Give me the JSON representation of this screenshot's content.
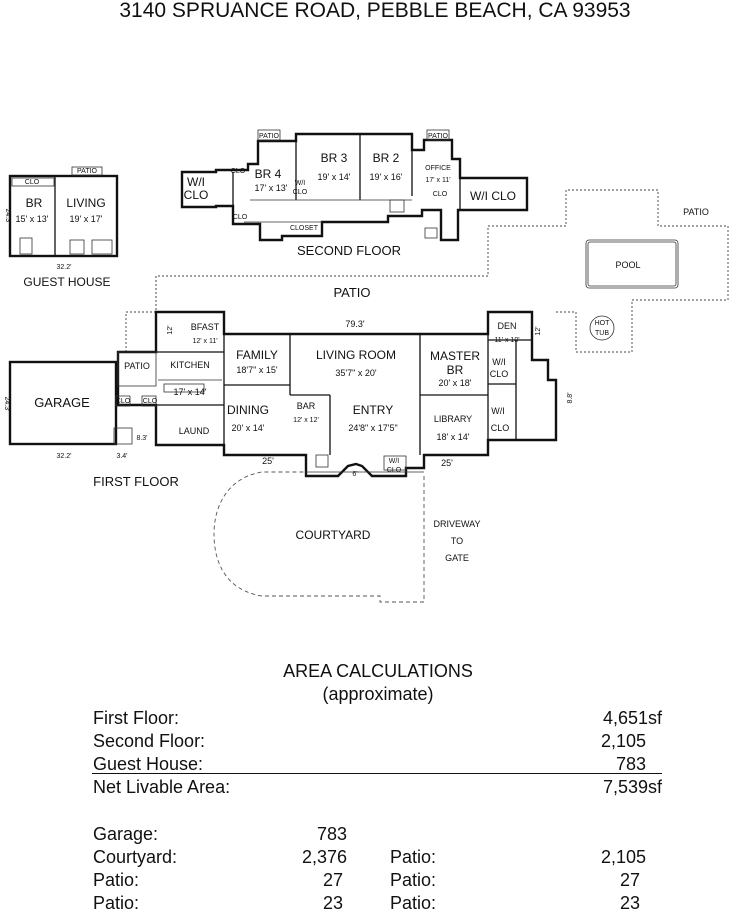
{
  "header": {
    "title": "3140 SPRUANCE ROAD, PEBBLE BEACH, CA  93953"
  },
  "second_floor": {
    "title": "SECOND FLOOR",
    "rooms": [
      {
        "name": "BR 4",
        "dims": "17' x 13'"
      },
      {
        "name": "BR 3",
        "dims": "19' x 14'"
      },
      {
        "name": "BR 2",
        "dims": "19' x 16'"
      },
      {
        "name": "OFFICE",
        "dims": "17' x 11'"
      }
    ],
    "wi_clo_left": [
      "W/I",
      "CLO"
    ],
    "wi_clo_small": [
      "W/I",
      "CLO"
    ],
    "wi_clo_right": "W/I CLO",
    "closet": "CLOSET",
    "clo": "CLO",
    "patio": "PATIO"
  },
  "guest_house": {
    "title": "GUEST HOUSE",
    "rooms": [
      {
        "name": "BR",
        "dims": "15' x 13'"
      },
      {
        "name": "LIVING",
        "dims": "19' x 17'"
      }
    ],
    "clo": "CLO",
    "patio": "PATIO",
    "dim_width": "32.2'",
    "dim_height": "24.3'"
  },
  "first_floor": {
    "title": "FIRST FLOOR",
    "patio_top": "PATIO",
    "patio_left": "PATIO",
    "patio_right": "PATIO",
    "pool": "POOL",
    "hot_tub": [
      "HOT",
      "TUB"
    ],
    "garage": "GARAGE",
    "rooms": [
      {
        "name": "BFAST",
        "dims": "12' x 11'"
      },
      {
        "name": "KITCHEN",
        "dims": "17' x 14'"
      },
      {
        "name": "FAMILY",
        "dims": "18'7\" x 15'"
      },
      {
        "name": "LIVING ROOM",
        "dims": "35'7\" x 20'"
      },
      {
        "name": "MASTER",
        "name2": "BR",
        "dims": "20' x 18'"
      },
      {
        "name": "DEN",
        "dims": "11' x 10'"
      },
      {
        "name": "DINING",
        "dims": "20' x 14'"
      },
      {
        "name": "BAR",
        "dims": "12' x 12'"
      },
      {
        "name": "ENTRY",
        "dims": "24'8\" x 17'5\""
      },
      {
        "name": "LIBRARY",
        "dims": "18' x 14'"
      },
      {
        "name": "LAUND",
        "dims": ""
      }
    ],
    "wi_clo_master": [
      "W/I",
      "CLO"
    ],
    "wi_clo_library": [
      "W/I",
      "CLO"
    ],
    "wi_clo_entry": [
      "W/I",
      "CLO"
    ],
    "clo": "CLO",
    "dims": {
      "width_total": "79.3'",
      "left_25": "25'",
      "right_25": "25'",
      "entry_6": "6'",
      "garage_w": "32.2'",
      "garage_h": "24.3'",
      "small_34": "3.4'",
      "small_83": "8.3'",
      "bfast_12": "12'",
      "den_12": "12'",
      "right_88": "8.8'"
    },
    "courtyard": "COURTYARD",
    "driveway": [
      "DRIVEWAY",
      "TO",
      "GATE"
    ]
  },
  "area_calculations": {
    "title": "AREA CALCULATIONS",
    "subtitle": "(approximate)",
    "livable": [
      {
        "label": "First  Floor:",
        "value": "4,651sf"
      },
      {
        "label": "Second Floor:",
        "value": "2,105"
      },
      {
        "label": "Guest  House:",
        "value": "783"
      }
    ],
    "net": {
      "label": "Net Livable Area:",
      "value": "7,539sf"
    },
    "other": [
      {
        "label": "Garage:",
        "value": "783",
        "label2": "",
        "value2": ""
      },
      {
        "label": "Courtyard:",
        "value": "2,376",
        "label2": "Patio:",
        "value2": "2,105"
      },
      {
        "label": "Patio:",
        "value": "27",
        "label2": "Patio:",
        "value2": "27"
      },
      {
        "label": "Patio:",
        "value": "23",
        "label2": "Patio:",
        "value2": "23"
      }
    ]
  }
}
